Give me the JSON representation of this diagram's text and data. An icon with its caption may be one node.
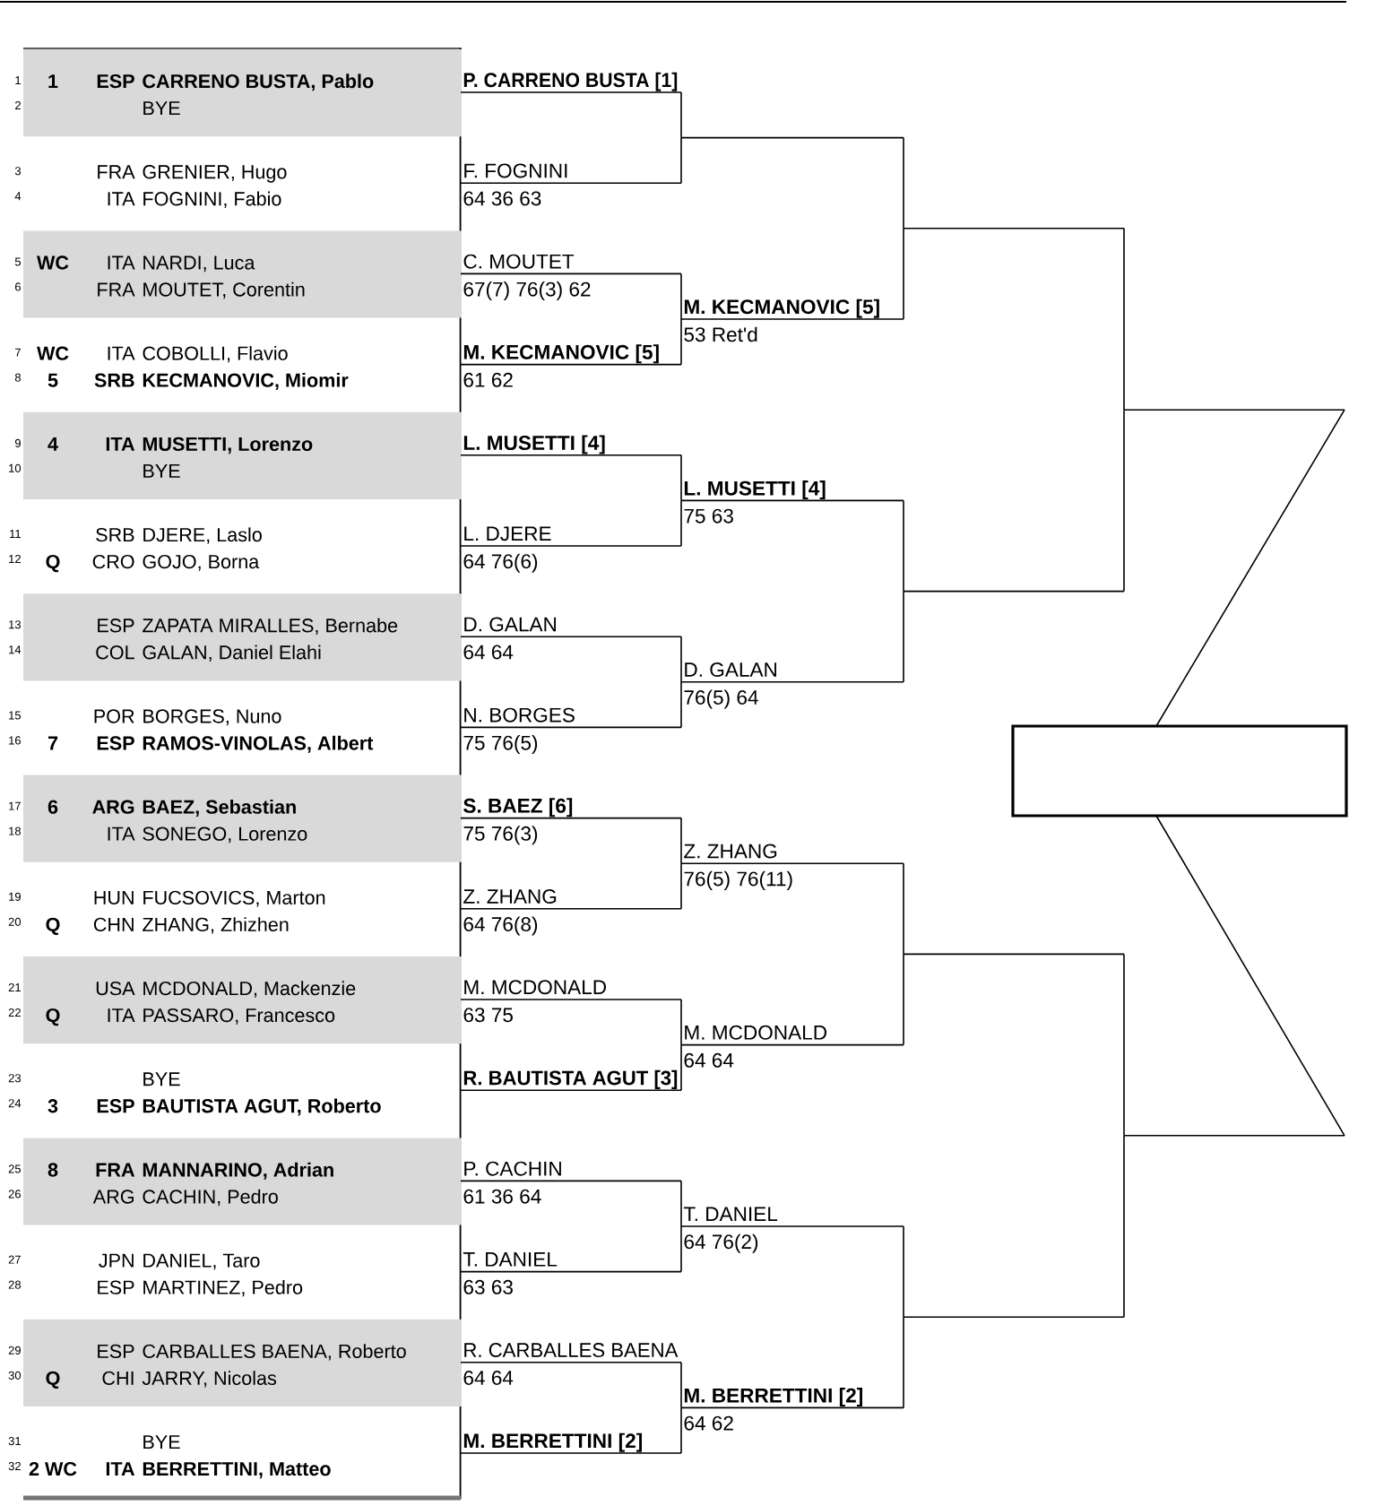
{
  "diagram": {
    "nodes": [
      {
        "text": [
          "1",
          "ESP",
          "CARRENO BUSTA, Pablo",
          "BYE"
        ],
        "beside": [
          "1",
          "2"
        ]
      },
      {
        "text": [
          "FRA",
          "GRENIER, Hugo",
          "ITA",
          "FOGNINI, Fabio"
        ],
        "beside": [
          "3",
          "4"
        ]
      },
      {
        "text": [
          "WC",
          "ITA",
          "NARDI, Luca",
          "FRA",
          "MOUTET, Corentin"
        ],
        "beside": [
          "5",
          "6"
        ]
      },
      {
        "text": [
          "WC",
          "ITA",
          "COBOLLI, Flavio",
          "5",
          "SRB",
          "KECMANOVIC, Miomir"
        ],
        "beside": [
          "7",
          "8"
        ]
      },
      {
        "text": [
          "4",
          "ITA",
          "MUSETTI, Lorenzo",
          "BYE"
        ],
        "beside": [
          "9",
          "10"
        ]
      },
      {
        "text": [
          "SRB",
          "DJERE, Laslo",
          "Q",
          "CRO",
          "GOJO, Borna"
        ],
        "beside": [
          "11",
          "12"
        ]
      },
      {
        "text": [
          "ESP",
          "ZAPATA MIRALLES, Bernabe",
          "COL",
          "GALAN, Daniel Elahi"
        ],
        "beside": [
          "13",
          "14"
        ]
      },
      {
        "text": [
          "POR",
          "BORGES, Nuno",
          "7",
          "ESP",
          "RAMOS-VINOLAS, Albert"
        ],
        "beside": [
          "15",
          "16"
        ]
      },
      {
        "text": [
          "6",
          "ARG",
          "BAEZ, Sebastian",
          "ITA",
          "SONEGO, Lorenzo"
        ],
        "beside": [
          "17",
          "18"
        ]
      },
      {
        "text": [
          "HUN",
          "FUCSOVICS, Marton",
          "Q",
          "CHN",
          "ZHANG, Zhizhen"
        ],
        "beside": [
          "19",
          "20"
        ]
      },
      {
        "text": [
          "USA",
          "MCDONALD, Mackenzie",
          "Q",
          "ITA",
          "PASSARO, Francesco"
        ],
        "beside": [
          "21",
          "22"
        ]
      },
      {
        "text": [
          "BYE",
          "3",
          "ESP",
          "BAUTISTA AGUT, Roberto"
        ],
        "beside": [
          "23",
          "24"
        ]
      },
      {
        "text": [
          "8",
          "FRA",
          "MANNARINO, Adrian",
          "ARG",
          "CACHIN, Pedro"
        ],
        "beside": [
          "25",
          "26"
        ]
      },
      {
        "text": [
          "JPN",
          "DANIEL, Taro",
          "ESP",
          "MARTINEZ, Pedro"
        ],
        "beside": [
          "27",
          "28"
        ]
      },
      {
        "text": [
          "ESP",
          "CARBALLES BAENA, Roberto",
          "Q",
          "CHI",
          "JARRY, Nicolas"
        ],
        "beside": [
          "29",
          "30"
        ]
      },
      {
        "text": [
          "BYE",
          "2 WC",
          "ITA",
          "BERRETTINI, Matteo"
        ],
        "beside": [
          "31",
          "32"
        ]
      },
      {
        "text": [
          "P. CARRENO BUSTA [1]"
        ]
      },
      {
        "text": [
          "F. FOGNINI",
          "64 36 63"
        ]
      },
      {
        "text": [
          "C. MOUTET",
          "67(7) 76(3) 62"
        ]
      },
      {
        "text": [
          "M. KECMANOVIC [5]",
          "61 62"
        ]
      },
      {
        "text": [
          "L. MUSETTI [4]"
        ]
      },
      {
        "text": [
          "L. DJERE",
          "64 76(6)"
        ]
      },
      {
        "text": [
          "D. GALAN",
          "64 64"
        ]
      },
      {
        "text": [
          "N. BORGES",
          "75 76(5)"
        ]
      },
      {
        "text": [
          "S. BAEZ [6]",
          "75 76(3)"
        ]
      },
      {
        "text": [
          "Z. ZHANG",
          "64 76(8)"
        ]
      },
      {
        "text": [
          "M. MCDONALD",
          "63 75"
        ]
      },
      {
        "text": [
          "R. BAUTISTA AGUT [3]"
        ]
      },
      {
        "text": [
          "P. CACHIN",
          "61 36 64"
        ]
      },
      {
        "text": [
          "T. DANIEL",
          "63 63"
        ]
      },
      {
        "text": [
          "R. CARBALLES BAENA",
          "64 64"
        ]
      },
      {
        "text": [
          "M. BERRETTINI [2]"
        ]
      },
      {
        "text": [],
        "shape": "line"
      },
      {
        "text": [
          "M. KECMANOVIC [5]",
          "53 Ret'd"
        ]
      },
      {
        "text": [
          "L. MUSETTI [4]",
          "75 63"
        ]
      },
      {
        "text": [
          "D. GALAN",
          "76(5) 64"
        ]
      },
      {
        "text": [
          "Z. ZHANG",
          "76(5) 76(11)"
        ]
      },
      {
        "text": [
          "M. MCDONALD",
          "64 64"
        ]
      },
      {
        "text": [
          "T. DANIEL",
          "64 76(2)"
        ]
      },
      {
        "text": [
          "M. BERRETTINI [2]",
          "64 62"
        ]
      },
      {
        "text": [],
        "shape": "line"
      },
      {
        "text": [],
        "shape": "line"
      },
      {
        "text": [],
        "shape": "line"
      },
      {
        "text": [],
        "shape": "line"
      },
      {
        "text": [],
        "shape": "line"
      },
      {
        "text": [],
        "shape": "line"
      },
      {
        "text": [],
        "shape": "box"
      }
    ],
    "edges": [
      {
        "from": 16,
        "to": 32,
        "arrow": "none"
      },
      {
        "from": 17,
        "to": 32,
        "arrow": "none"
      },
      {
        "from": 18,
        "to": 33,
        "arrow": "none"
      },
      {
        "from": 19,
        "to": 33,
        "arrow": "none"
      },
      {
        "from": 20,
        "to": 34,
        "arrow": "none"
      },
      {
        "from": 21,
        "to": 34,
        "arrow": "none"
      },
      {
        "from": 22,
        "to": 35,
        "arrow": "none"
      },
      {
        "from": 23,
        "to": 35,
        "arrow": "none"
      },
      {
        "from": 24,
        "to": 36,
        "arrow": "none"
      },
      {
        "from": 25,
        "to": 36,
        "arrow": "none"
      },
      {
        "from": 26,
        "to": 37,
        "arrow": "none"
      },
      {
        "from": 27,
        "to": 37,
        "arrow": "none"
      },
      {
        "from": 28,
        "to": 38,
        "arrow": "none"
      },
      {
        "from": 29,
        "to": 38,
        "arrow": "none"
      },
      {
        "from": 30,
        "to": 39,
        "arrow": "none"
      },
      {
        "from": 31,
        "to": 39,
        "arrow": "none"
      },
      {
        "from": 32,
        "to": 40,
        "arrow": "none"
      },
      {
        "from": 33,
        "to": 40,
        "arrow": "none"
      },
      {
        "from": 34,
        "to": 41,
        "arrow": "none"
      },
      {
        "from": 35,
        "to": 41,
        "arrow": "none"
      },
      {
        "from": 36,
        "to": 42,
        "arrow": "none"
      },
      {
        "from": 37,
        "to": 42,
        "arrow": "none"
      },
      {
        "from": 38,
        "to": 43,
        "arrow": "none"
      },
      {
        "from": 39,
        "to": 43,
        "arrow": "none"
      },
      {
        "from": 40,
        "to": 44,
        "arrow": "none"
      },
      {
        "from": 41,
        "to": 44,
        "arrow": "none"
      },
      {
        "from": 42,
        "to": 45,
        "arrow": "none"
      },
      {
        "from": 43,
        "to": 45,
        "arrow": "none"
      },
      {
        "from": 44,
        "to": 46,
        "arrow": "none"
      },
      {
        "from": 45,
        "to": 46,
        "arrow": "none"
      }
    ]
  }
}
